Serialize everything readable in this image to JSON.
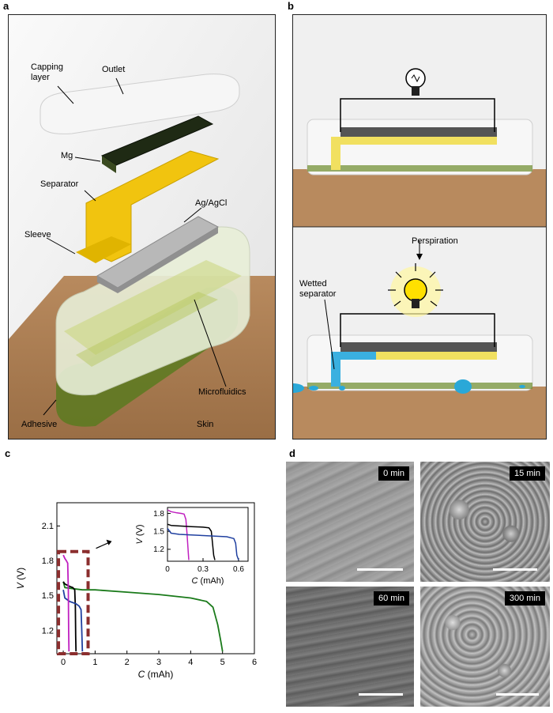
{
  "panels": {
    "a": "a",
    "b": "b",
    "c": "c",
    "d": "d"
  },
  "panel_a": {
    "capping_layer": [
      "Capping",
      "layer"
    ],
    "outlet": "Outlet",
    "mg": "Mg",
    "separator": "Separator",
    "ag_agcl": "Ag/AgCl",
    "sleeve": "Sleeve",
    "microfluidics": "Microfluidics",
    "adhesive": "Adhesive",
    "skin": "Skin"
  },
  "panel_b": {
    "perspiration": "Perspiration",
    "wetted_separator": [
      "Wetted",
      "separator"
    ]
  },
  "panel_d": {
    "times": [
      "0 min",
      "15 min",
      "60 min",
      "300 min"
    ]
  },
  "colors": {
    "green": "#1a7a1a",
    "black": "#000000",
    "blue": "#2040a0",
    "magenta": "#c020c0",
    "box": "#8b2e2e"
  },
  "chart_data": [
    {
      "type": "line",
      "xlabel": "C (mAh)",
      "ylabel": "V (V)",
      "xlim": [
        -0.2,
        6
      ],
      "ylim": [
        1.0,
        2.3
      ],
      "xticks": [
        0,
        1,
        2,
        3,
        4,
        5,
        6
      ],
      "yticks": [
        1.2,
        1.5,
        1.8,
        2.1
      ],
      "series": [
        {
          "color": "green",
          "x": [
            0,
            0.05,
            0.3,
            0.6,
            1.0,
            2.0,
            3.0,
            4.0,
            4.5,
            4.7,
            4.85,
            4.95,
            5.0
          ],
          "y": [
            1.62,
            1.57,
            1.56,
            1.55,
            1.55,
            1.53,
            1.51,
            1.48,
            1.45,
            1.4,
            1.25,
            1.1,
            1.02
          ]
        },
        {
          "color": "black",
          "x": [
            0,
            0.05,
            0.2,
            0.3,
            0.36,
            0.38,
            0.39,
            0.4
          ],
          "y": [
            1.62,
            1.6,
            1.58,
            1.57,
            1.55,
            1.4,
            1.15,
            1.02
          ]
        },
        {
          "color": "blue",
          "x": [
            0,
            0.05,
            0.2,
            0.4,
            0.5,
            0.56,
            0.58,
            0.6
          ],
          "y": [
            1.55,
            1.48,
            1.45,
            1.43,
            1.41,
            1.38,
            1.2,
            1.02
          ]
        },
        {
          "color": "magenta",
          "x": [
            0,
            0.05,
            0.1,
            0.14,
            0.16,
            0.17,
            0.18
          ],
          "y": [
            1.85,
            1.82,
            1.8,
            1.78,
            1.55,
            1.2,
            1.02
          ]
        }
      ]
    },
    {
      "type": "line",
      "xlabel": "C (mAh)",
      "ylabel": "V (V)",
      "xlim": [
        0,
        0.68
      ],
      "ylim": [
        1.0,
        1.9
      ],
      "xticks": [
        0,
        0.3,
        0.6
      ],
      "yticks": [
        1.2,
        1.5,
        1.8
      ],
      "series": [
        {
          "color": "magenta",
          "x": [
            0,
            0.03,
            0.08,
            0.12,
            0.14,
            0.155,
            0.165,
            0.175,
            0.18
          ],
          "y": [
            1.86,
            1.83,
            1.81,
            1.8,
            1.79,
            1.7,
            1.45,
            1.15,
            1.02
          ]
        },
        {
          "color": "black",
          "x": [
            0,
            0.03,
            0.1,
            0.2,
            0.3,
            0.35,
            0.37,
            0.38,
            0.39,
            0.4
          ],
          "y": [
            1.62,
            1.6,
            1.59,
            1.58,
            1.57,
            1.56,
            1.5,
            1.3,
            1.1,
            1.02
          ]
        },
        {
          "color": "blue",
          "x": [
            0,
            0.03,
            0.1,
            0.2,
            0.3,
            0.4,
            0.5,
            0.56,
            0.575,
            0.585,
            0.6
          ],
          "y": [
            1.55,
            1.47,
            1.45,
            1.44,
            1.43,
            1.42,
            1.41,
            1.38,
            1.3,
            1.1,
            1.02
          ]
        }
      ]
    }
  ]
}
